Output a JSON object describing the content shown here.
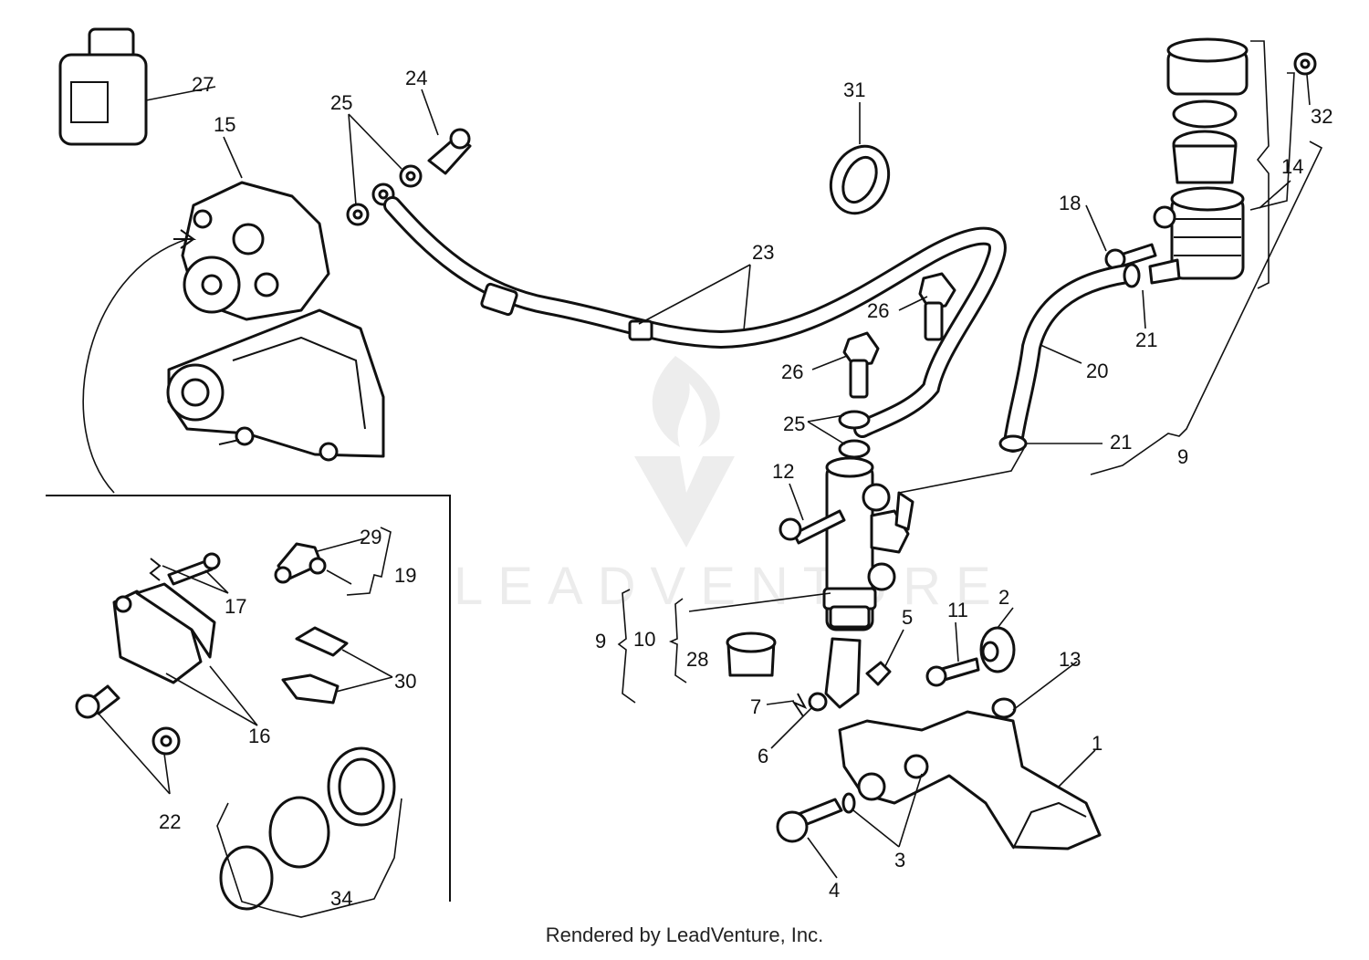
{
  "diagram": {
    "callouts": [
      "1",
      "2",
      "3",
      "4",
      "5",
      "6",
      "7",
      "9",
      "10",
      "11",
      "12",
      "13",
      "14",
      "15",
      "16",
      "17",
      "18",
      "19",
      "20",
      "21",
      "22",
      "23",
      "24",
      "25",
      "26",
      "27",
      "28",
      "29",
      "30",
      "31",
      "32",
      "34"
    ],
    "labels": {
      "n1": "1",
      "n2": "2",
      "n3": "3",
      "n4": "4",
      "n5": "5",
      "n6": "6",
      "n7": "7",
      "n9a": "9",
      "n9b": "9",
      "n10": "10",
      "n11": "11",
      "n12": "12",
      "n13": "13",
      "n14": "14",
      "n15": "15",
      "n16": "16",
      "n17": "17",
      "n18": "18",
      "n19": "19",
      "n20": "20",
      "n21a": "21",
      "n21b": "21",
      "n22": "22",
      "n23": "23",
      "n24": "24",
      "n25a": "25",
      "n25b": "25",
      "n26a": "26",
      "n26b": "26",
      "n27": "27",
      "n28": "28",
      "n29": "29",
      "n30": "30",
      "n31": "31",
      "n32": "32",
      "n34": "34"
    }
  },
  "watermark": {
    "brand_text": "LEADVENTURE"
  },
  "footer": {
    "credit": "Rendered by LeadVenture, Inc."
  }
}
